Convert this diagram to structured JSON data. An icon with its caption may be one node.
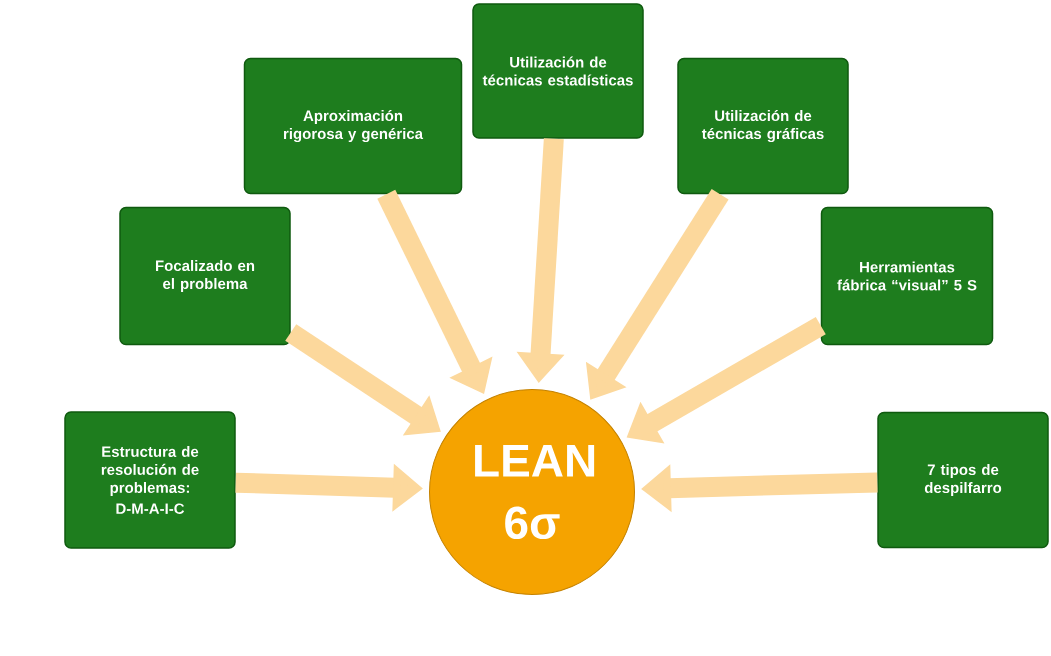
{
  "diagram": {
    "nodes": [
      {
        "text": [
          "Estructura de resolución de problemas:",
          "D-M-A-I-C"
        ]
      },
      {
        "text": [
          "Focalizado en el problema"
        ]
      },
      {
        "text": [
          "Aproximación rigorosa y genérica"
        ]
      },
      {
        "text": [
          "Utilización de técnicas estadísticas"
        ]
      },
      {
        "text": [
          "Utilización de técnicas gráficas"
        ]
      },
      {
        "text": [
          "Herramientas fábrica “visual” **5 S**"
        ]
      },
      {
        "text": [
          "7 tipos de despilfarro"
        ]
      },
      {
        "text": [
          "LEAN 6σ"
        ]
      }
    ],
    "edges": [
      {
        "from": 0,
        "to": 7,
        "arrow": "to"
      },
      {
        "from": 1,
        "to": 7,
        "arrow": "to"
      },
      {
        "from": 2,
        "to": 7,
        "arrow": "to"
      },
      {
        "from": 3,
        "to": 7,
        "arrow": "to"
      },
      {
        "from": 4,
        "to": 7,
        "arrow": "to"
      },
      {
        "from": 5,
        "to": 7,
        "arrow": "to"
      },
      {
        "from": 6,
        "to": 7,
        "arrow": "to"
      }
    ]
  }
}
